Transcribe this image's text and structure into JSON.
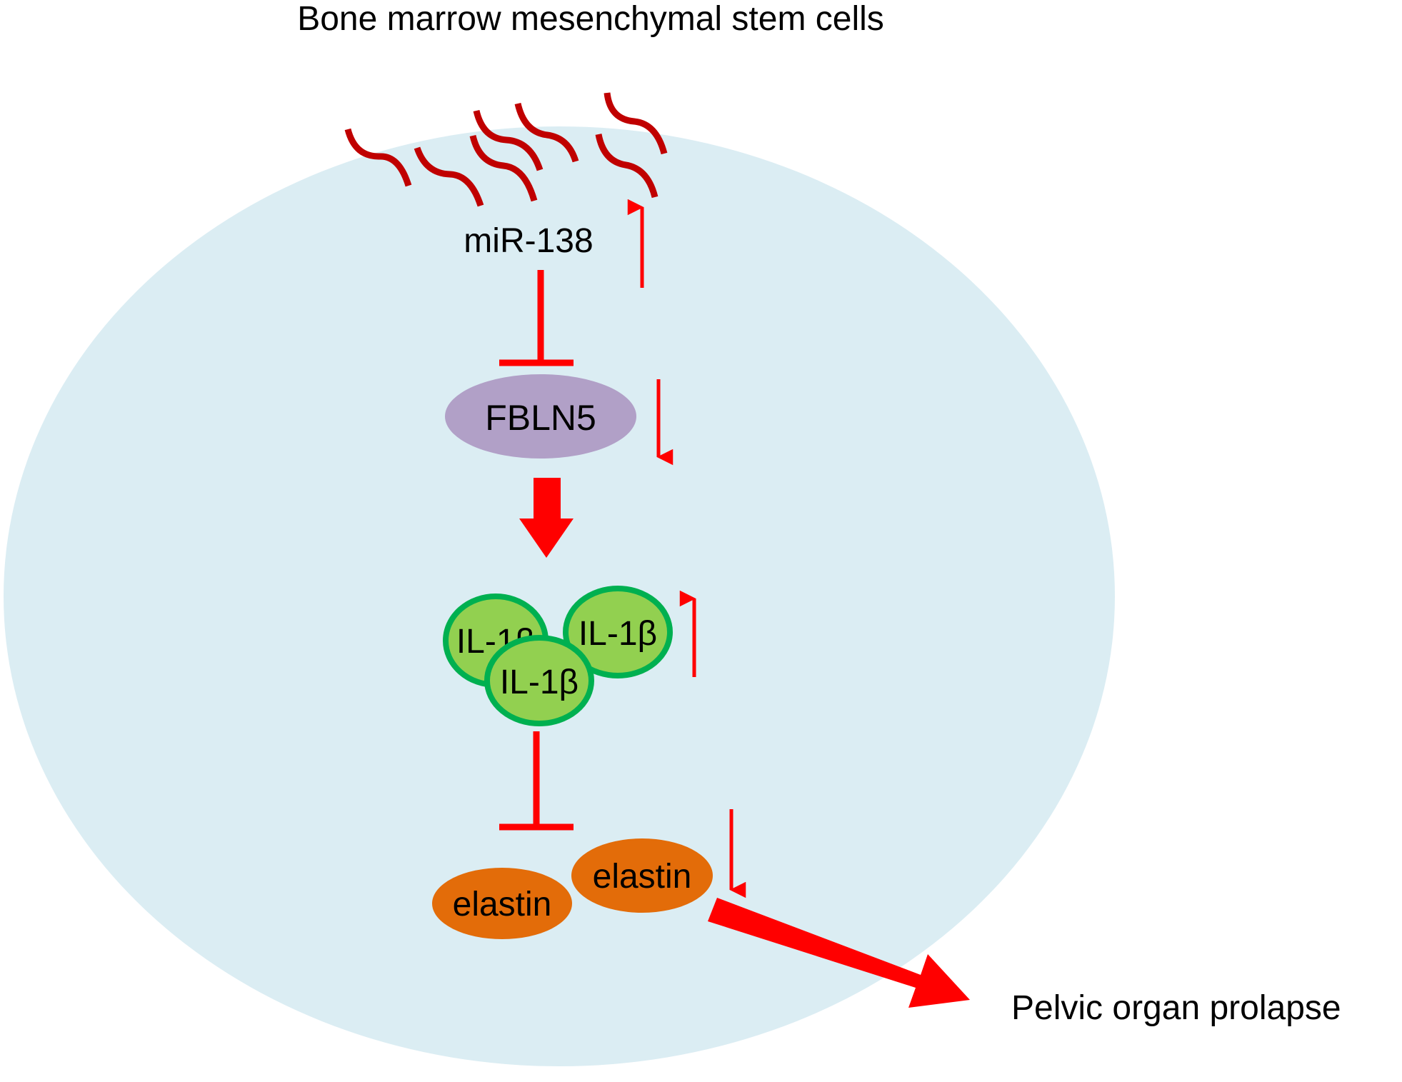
{
  "title": "Bone marrow mesenchymal stem cells",
  "nodes": {
    "mirna": "miR-138",
    "fbln5": "FBLN5",
    "il1b": "IL-1β",
    "elastin": "elastin",
    "outcome": "Pelvic organ prolapse"
  },
  "regulation": {
    "mirna": "up",
    "fbln5": "down",
    "il1b": "up",
    "elastin": "down"
  },
  "colors": {
    "cell": "#dbedf3",
    "arrow": "#ff0000",
    "mirna_strand": "#c00000",
    "fbln5": "#b1a0c7",
    "il1b_fill": "#92d050",
    "il1b_border": "#00b050",
    "elastin": "#e36c09"
  }
}
